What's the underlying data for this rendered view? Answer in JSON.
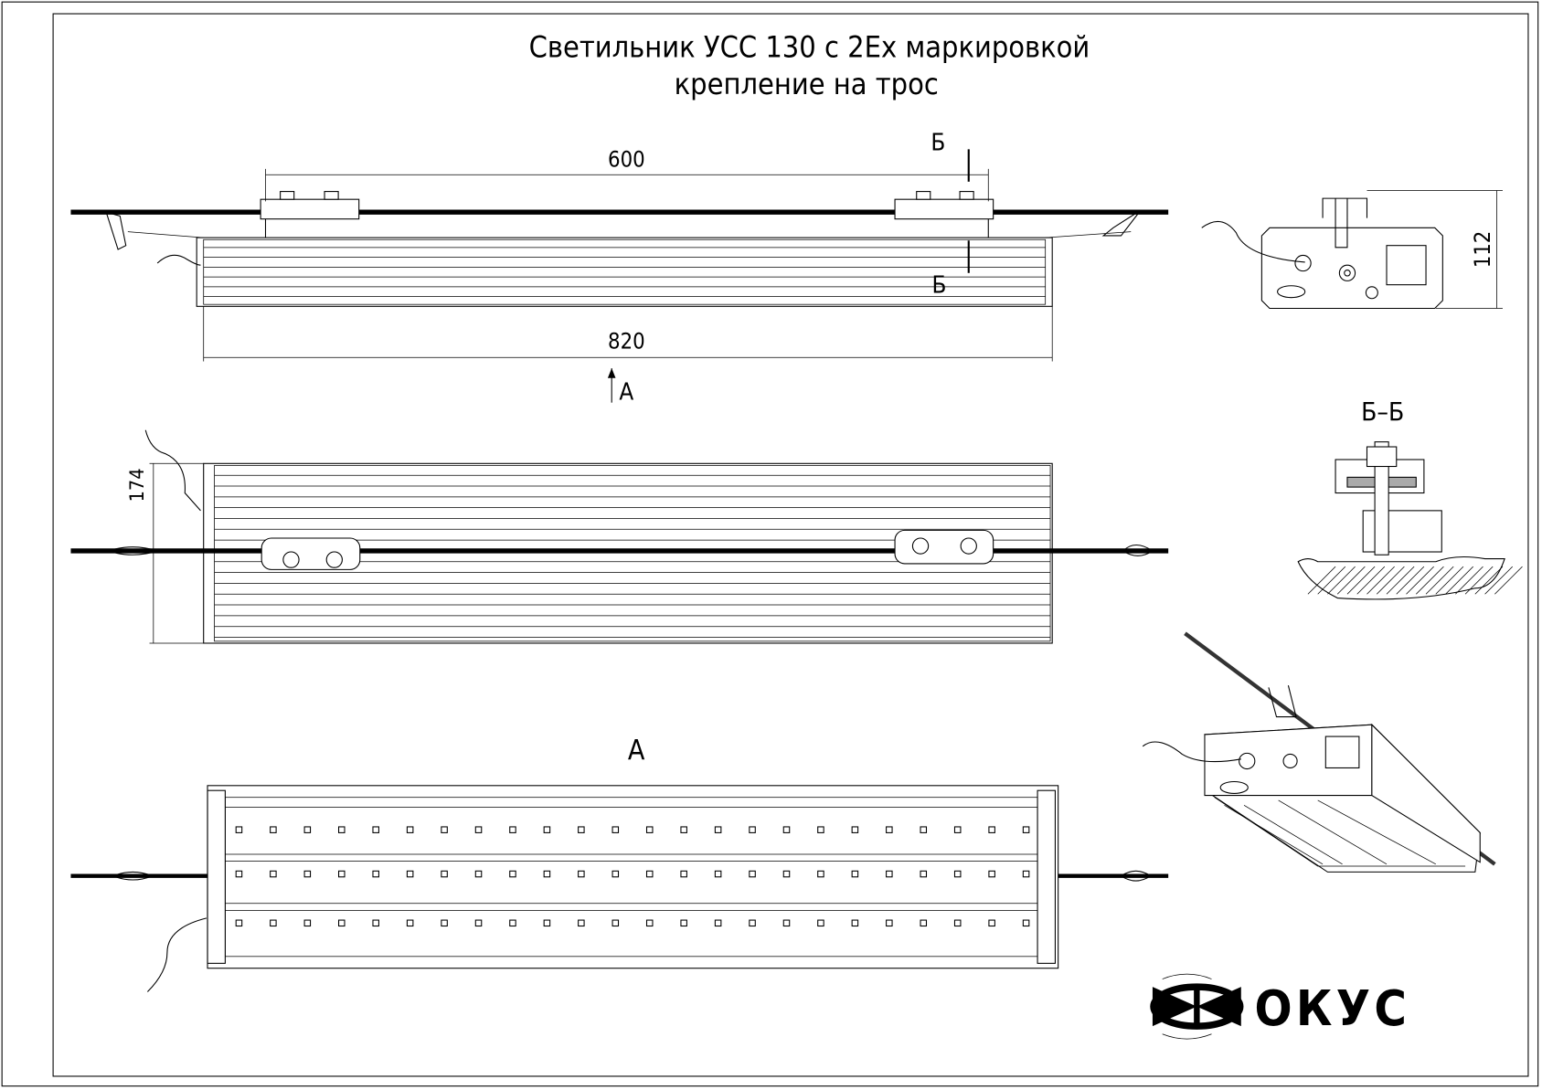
{
  "title": {
    "line1": "Светильник УСС 130 с 2Ex маркировкой",
    "line2": "крепление на трос"
  },
  "dimensions": {
    "mount_spacing": "600",
    "length": "820",
    "width": "174",
    "height": "112"
  },
  "section_markers": {
    "b_top": "Б",
    "b_bottom": "Б",
    "view_arrow": "А",
    "section_title": "Б–Б",
    "view_title": "А"
  },
  "logo": {
    "text": "ФОКУС"
  }
}
